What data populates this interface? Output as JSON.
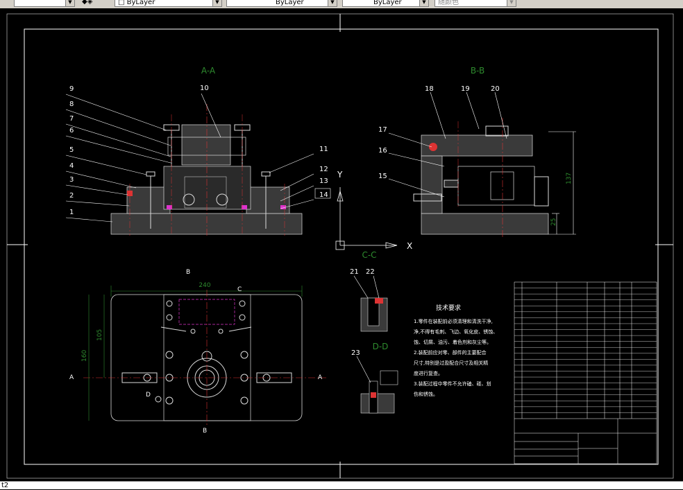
{
  "toolbar": {
    "linetype_combo": "ByLayer",
    "lineweight_combo": "ByLayer",
    "plotstyle_combo": "ByLayer",
    "color_combo": "随颜色"
  },
  "drawing": {
    "section_aa": "A-A",
    "section_bb": "B-B",
    "section_cc": "C-C",
    "section_dd": "D-D",
    "axis_x": "X",
    "axis_y": "Y",
    "callouts_left": [
      "9",
      "8",
      "7",
      "6",
      "5",
      "4",
      "3",
      "2",
      "1"
    ],
    "callout_10": "10",
    "callouts_right": [
      "11",
      "12",
      "13",
      "14"
    ],
    "callouts_bb_top": [
      "18",
      "19",
      "20"
    ],
    "callouts_bb_left": [
      "17",
      "16",
      "15"
    ],
    "callouts_dd": [
      "21",
      "22",
      "23"
    ],
    "dim_240": "240",
    "dim_160": "160",
    "dim_105": "105",
    "dim_137": "137",
    "dim_25": "25",
    "label_a_left": "A",
    "label_a_right": "A",
    "label_b_top": "B",
    "label_b_bottom": "B",
    "label_c": "C",
    "label_d": "D",
    "notes_title": "技术要求",
    "notes": [
      "1.零件在装配前必须清理和清洗干净,",
      "净,不得有毛刺、飞边、氧化皮、锈蚀、",
      "蚀、切屑、油污、着色剂和灰尘等。",
      "2.装配前应对零、部件的主要配合",
      "尺寸,特别是过盈配合尺寸及相关精",
      "度进行复查。",
      "3.装配过程中零件不允许磕、碰、划",
      "伤和锈蚀。"
    ]
  },
  "statusbar": {
    "text": "t2"
  }
}
